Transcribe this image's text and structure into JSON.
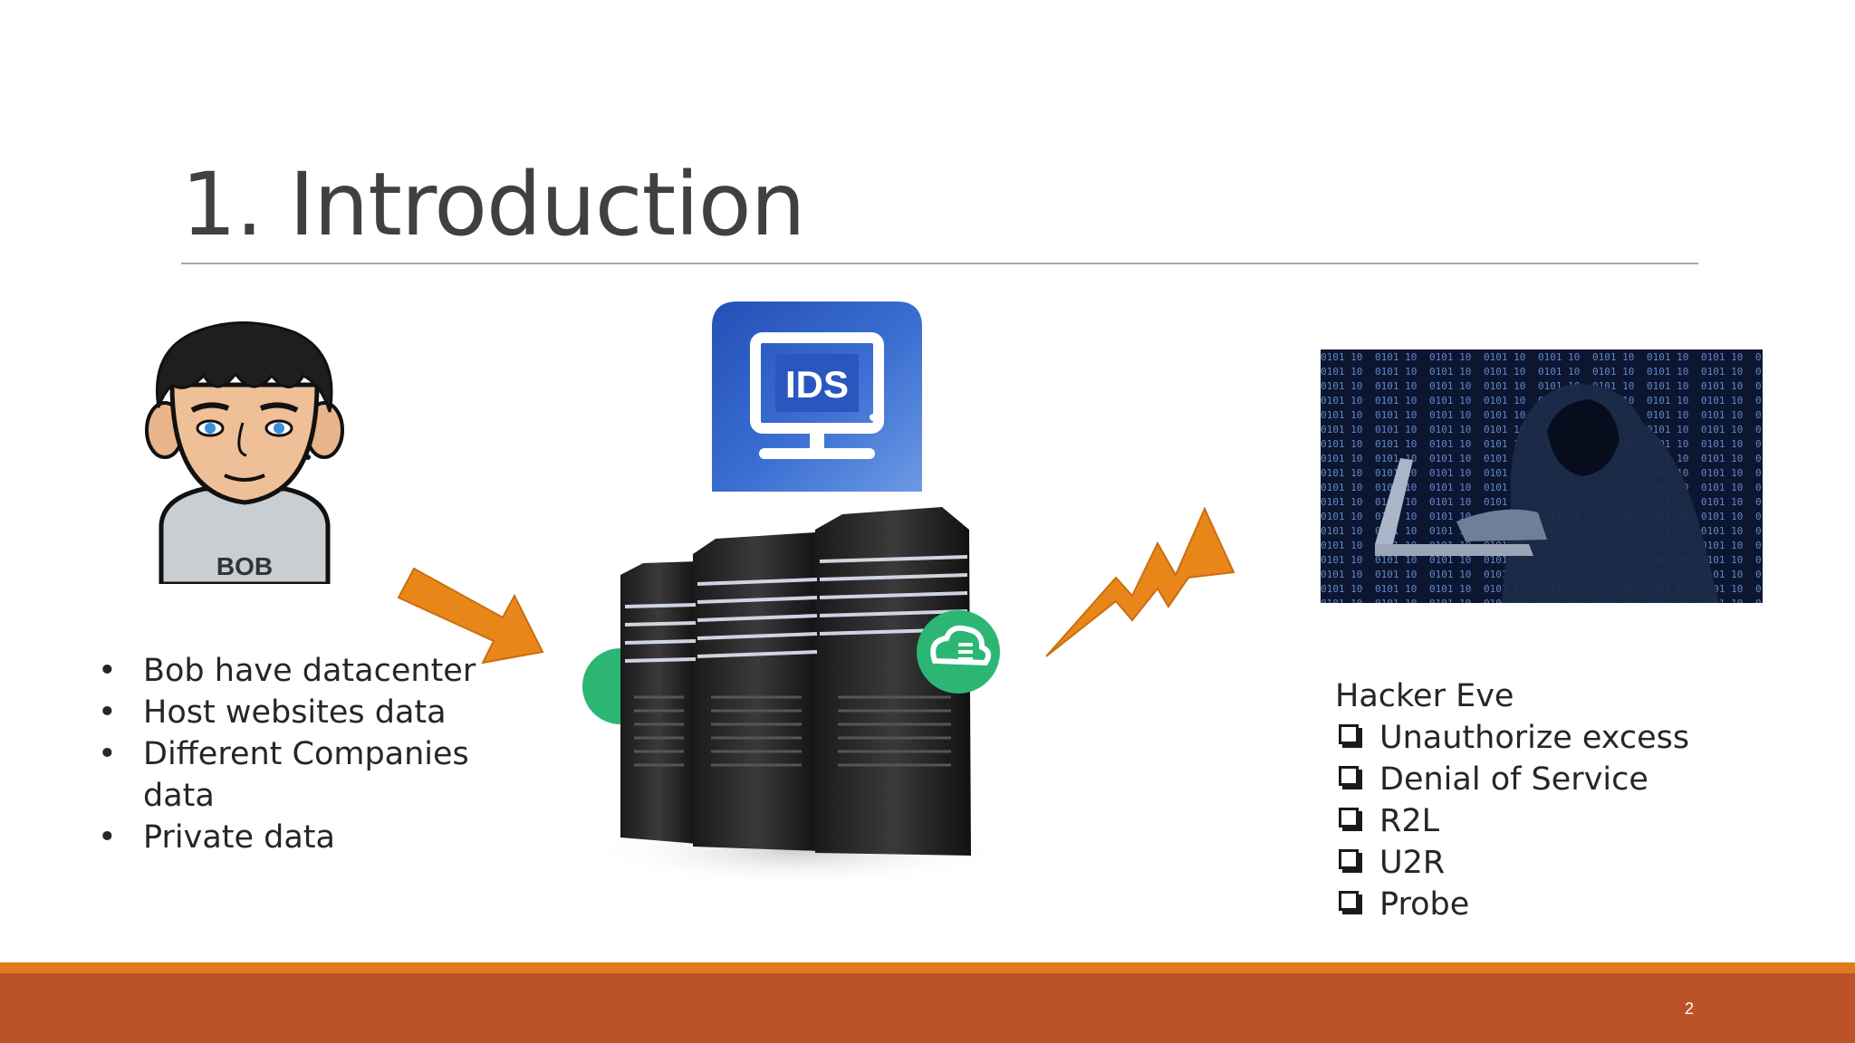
{
  "slide": {
    "title": "1. Introduction",
    "page_number": "2"
  },
  "bob": {
    "shirt_text": "BOB",
    "bullets": [
      "Bob have datacenter",
      "Host websites data",
      "Different Companies data",
      "Private data"
    ]
  },
  "ids": {
    "label": "IDS"
  },
  "eve": {
    "heading": "Hacker Eve",
    "attacks": [
      "Unauthorize excess",
      "Denial of Service",
      "R2L",
      "U2R",
      "Probe"
    ]
  },
  "colors": {
    "title_text": "#404040",
    "arrow_orange": "#e8861a",
    "band_orange": "#e07b1e",
    "band_rust": "#bc5228",
    "ids_blue": "#2f5fc4",
    "cloud_green": "#2bb673"
  }
}
